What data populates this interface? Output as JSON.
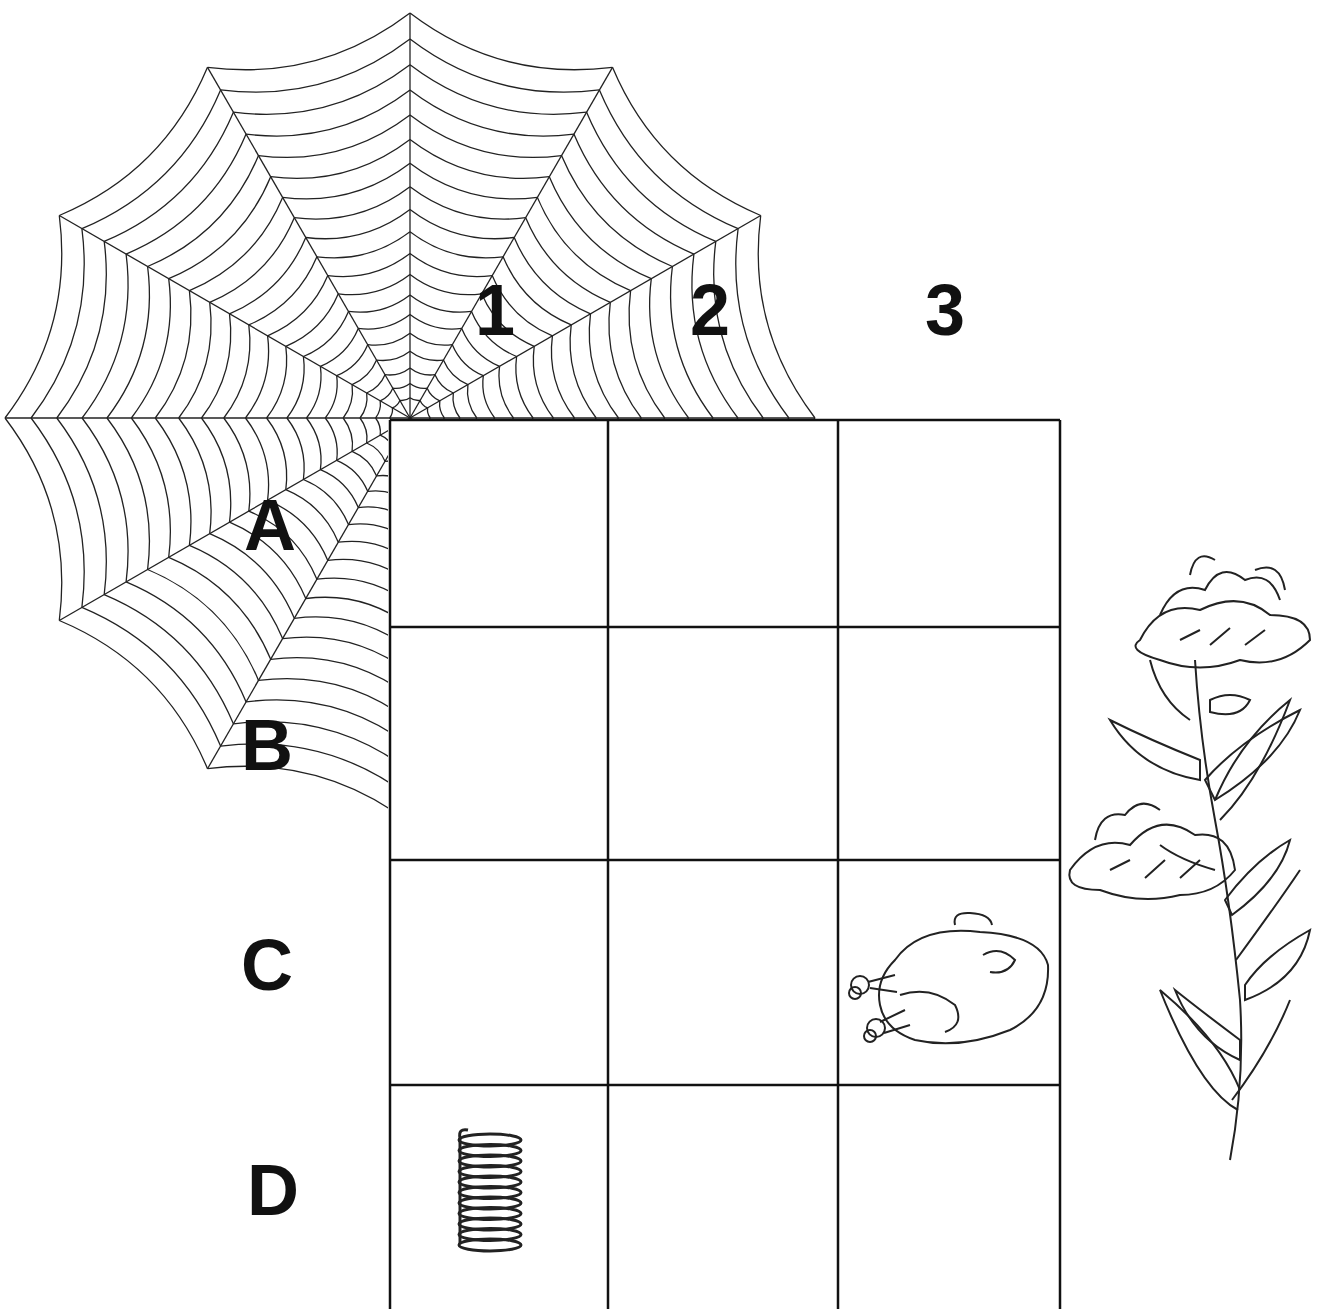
{
  "diagram": {
    "labels": [
      "1",
      "2",
      "3",
      "A",
      "B",
      "C",
      "D"
    ]
  }
}
